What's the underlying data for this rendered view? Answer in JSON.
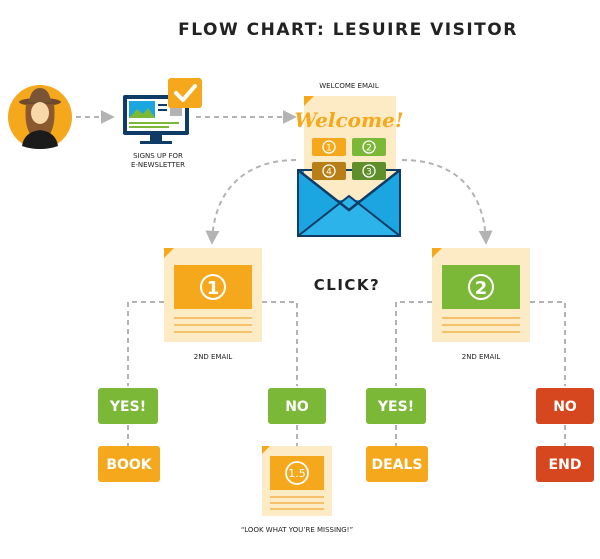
{
  "title": "FLOW CHART: LESUIRE VISITOR",
  "visitor": {
    "icon": "visitor-avatar-icon"
  },
  "signup": {
    "label_line1": "SIGNS UP FOR",
    "label_line2": "E-NEWSLETTER",
    "icon": "monitor-check-icon"
  },
  "welcome": {
    "label": "WELCOME EMAIL",
    "heading": "Welcome!",
    "tiles": [
      "1",
      "2",
      "4",
      "3"
    ],
    "icon": "envelope-icon"
  },
  "decision": {
    "label": "CLICK?"
  },
  "email_left": {
    "number": "1",
    "label": "2ND EMAIL"
  },
  "email_right": {
    "number": "2",
    "label": "2ND EMAIL"
  },
  "outcomes": {
    "left_yes": "YES!",
    "left_no": "NO",
    "right_yes": "YES!",
    "right_no": "NO",
    "book": "BOOK",
    "deals": "DEALS",
    "end": "END"
  },
  "followup": {
    "number": "1.5",
    "label": "“LOOK WHAT YOU’RE MISSING!”"
  },
  "colors": {
    "orange": "#F5A81C",
    "green": "#7BB837",
    "red": "#D6471F",
    "paper": "#FCEBC4",
    "blue": "#1CA6E1",
    "navy": "#0E3C66",
    "connector": "#B3B3B3",
    "text": "#222222"
  }
}
